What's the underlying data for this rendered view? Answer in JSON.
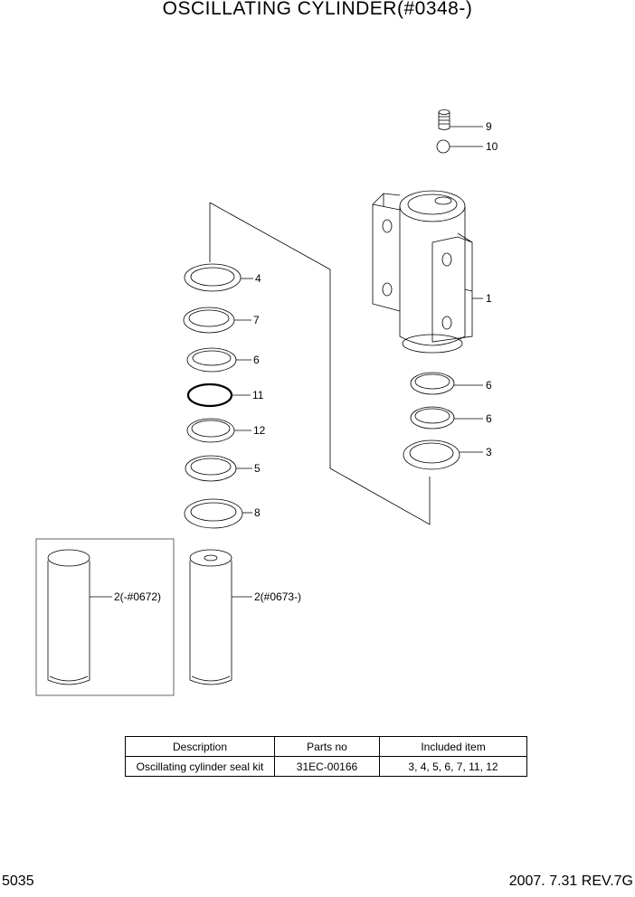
{
  "title": "OSCILLATING CYLINDER(#0348-)",
  "callouts": {
    "c1": "1",
    "c2a": "2(-#0672)",
    "c2b": "2(#0673-)",
    "c3": "3",
    "c4": "4",
    "c5": "5",
    "c6a": "6",
    "c6b": "6",
    "c6c": "6",
    "c7": "7",
    "c8": "8",
    "c9": "9",
    "c10": "10",
    "c11": "11",
    "c12": "12"
  },
  "table": {
    "headers": [
      "Description",
      "Parts no",
      "Included item"
    ],
    "rows": [
      [
        "Oscillating cylinder seal kit",
        "31EC-00166",
        "3, 4, 5, 6, 7, 11, 12"
      ]
    ]
  },
  "footer": {
    "page": "5035",
    "revision": "2007. 7.31  REV.7G"
  }
}
